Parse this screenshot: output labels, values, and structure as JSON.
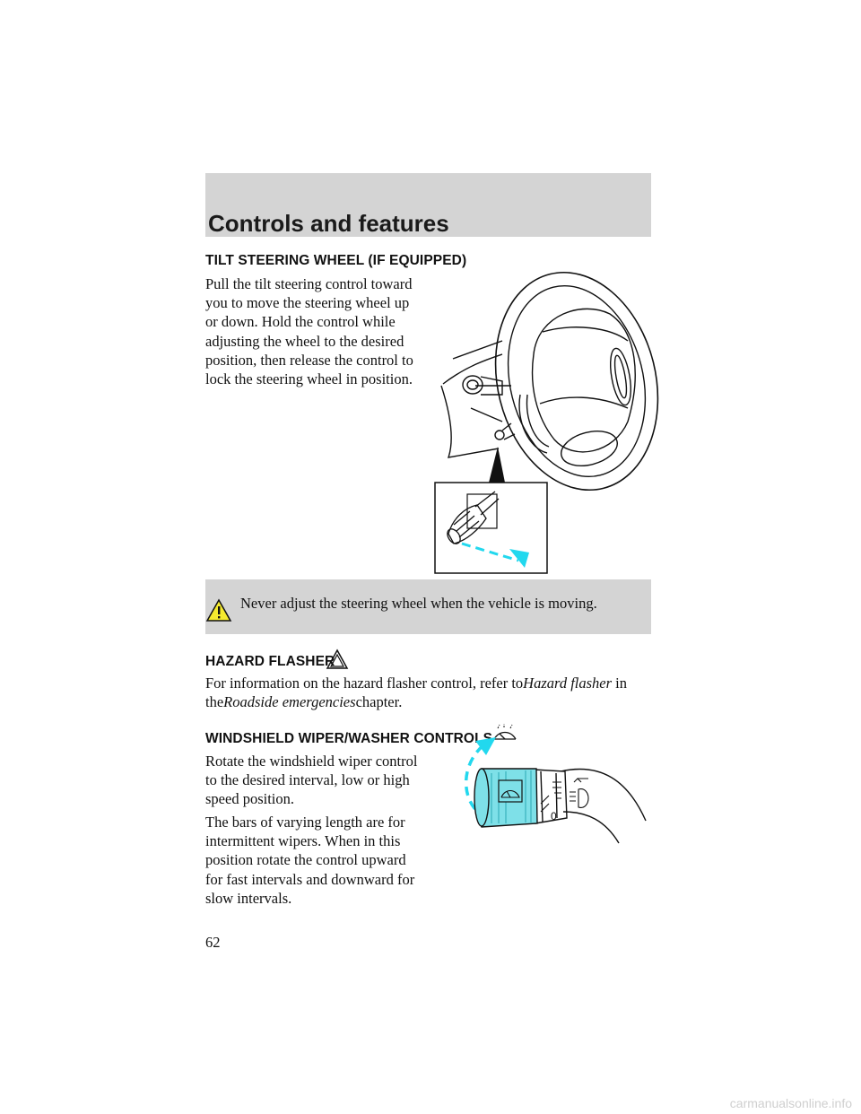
{
  "header": {
    "title": "Controls and features"
  },
  "tilt": {
    "heading": "TILT STEERING WHEEL (IF EQUIPPED)",
    "lines": [
      "Pull the tilt steering control toward",
      "you to move the steering wheel up",
      "or down. Hold the control while",
      "adjusting the wheel to the desired",
      "position, then release the control to",
      "lock the steering wheel in position."
    ],
    "warning": "Never adjust the steering wheel when the vehicle is moving."
  },
  "hazard": {
    "heading": "HAZARD FLASHER",
    "line1_a": "For information on the hazard flasher control, refer to",
    "line1_b": "Hazard flasher",
    "line1_c": "in",
    "line2_a": "the",
    "line2_b": "Roadside emergencies",
    "line2_c": "chapter."
  },
  "wipers": {
    "heading": "WINDSHIELD WIPER/WASHER CONTROLS",
    "para1": [
      "Rotate the windshield wiper control",
      "to the desired interval, low or high",
      "speed position."
    ],
    "para2": [
      "The bars of varying length are for",
      "intermittent wipers. When in this",
      "position rotate the control upward",
      "for fast intervals and downward for",
      "slow intervals."
    ],
    "stalk_label_zero": "0"
  },
  "page": {
    "number": "62"
  },
  "footer": {
    "watermark": "carmanualsonline.info"
  },
  "colors": {
    "band_gray": "#d4d4d4",
    "cyan_accent": "#7ee0e8",
    "dash_blue": "#22d8ee",
    "warning_yellow": "#f5ea2f"
  }
}
